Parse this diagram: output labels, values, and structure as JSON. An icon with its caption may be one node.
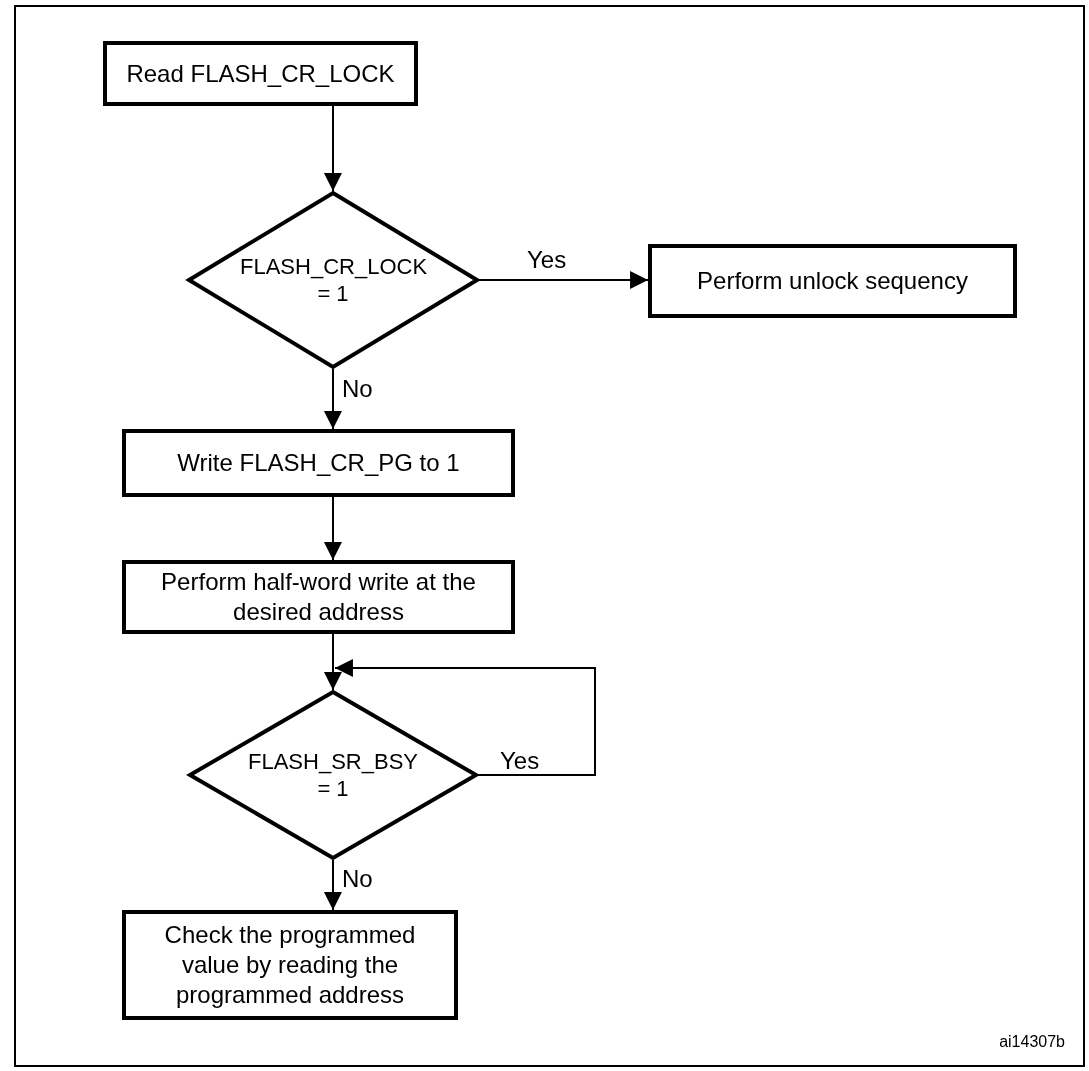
{
  "diagram": {
    "nodes": [
      {
        "text": [
          "Read FLASH_CR_LOCK"
        ]
      },
      {
        "text": [
          "FLASH_CR_LOCK = 1"
        ]
      },
      {
        "text": [
          "Perform unlock sequency"
        ]
      },
      {
        "text": [
          "Write FLASH_CR_PG to 1"
        ]
      },
      {
        "text": [
          "Perform half-word write at the desired address"
        ]
      },
      {
        "text": [
          "FLASH_SR_BSY = 1"
        ]
      },
      {
        "text": [
          "Check the programmed value by reading the programmed address"
        ]
      }
    ],
    "edges": [
      {
        "from": 0,
        "to": 1,
        "arrow": "to"
      },
      {
        "from": 1,
        "to": 2,
        "arrow": "to",
        "label": "Yes"
      },
      {
        "from": 1,
        "to": 3,
        "arrow": "to",
        "label": "No"
      },
      {
        "from": 3,
        "to": 4,
        "arrow": "to"
      },
      {
        "from": 4,
        "to": 5,
        "arrow": "to"
      },
      {
        "from": 5,
        "to": 5,
        "arrow": "to",
        "label": "Yes"
      },
      {
        "from": 5,
        "to": 6,
        "arrow": "to",
        "label": "No"
      }
    ],
    "labels": [
      "ai14307b"
    ]
  }
}
